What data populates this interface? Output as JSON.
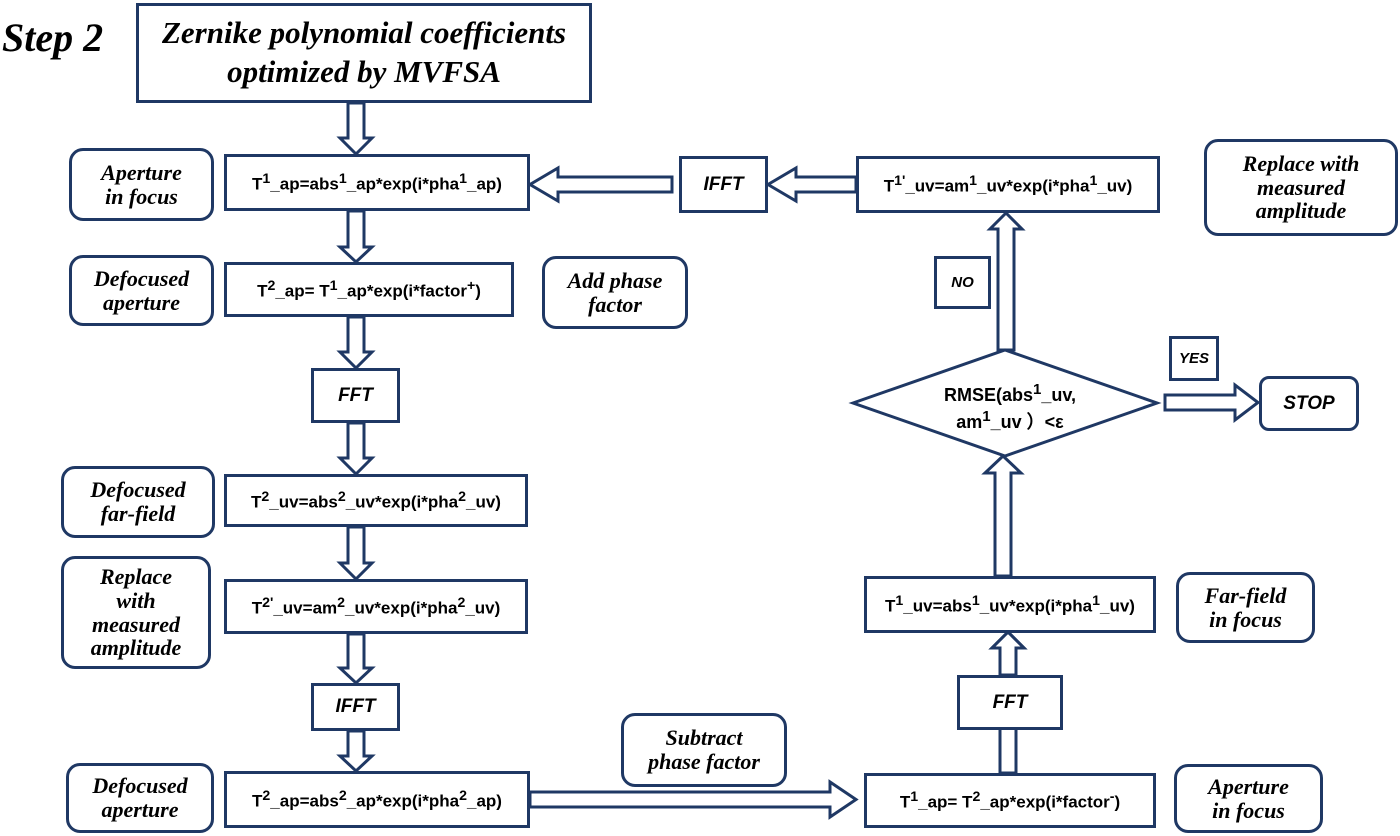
{
  "step_label": "Step 2",
  "header": {
    "line1": "Zernike polynomial coefficients",
    "line2": "optimized by MVFSA"
  },
  "left_column": {
    "eq1": {
      "base": "T",
      "sup": "1",
      "rest": "_ap=abs",
      "sup2": "1",
      "rest2": "_ap*exp(i*pha",
      "sup3": "1",
      "rest3": "_ap)"
    },
    "eq2": {
      "base": "T",
      "sup": "2",
      "rest": "_ap= T",
      "sup2": "1",
      "rest2": "_ap*exp(i*factor",
      "sup3": "+",
      "rest3": ")"
    },
    "fft": "FFT",
    "eq3": {
      "base": "T",
      "sup": "2",
      "rest": "_uv=abs",
      "sup2": "2",
      "rest2": "_uv*exp(i*pha",
      "sup3": "2",
      "rest3": "_uv)"
    },
    "eq4": {
      "base": "T",
      "sup": "2'",
      "rest": "_uv=am",
      "sup2": "2",
      "rest2": "_uv*exp(i*pha",
      "sup3": "2",
      "rest3": "_uv)"
    },
    "ifft": "IFFT",
    "eq5": {
      "base": "T",
      "sup": "2",
      "rest": "_ap=abs",
      "sup2": "2",
      "rest2": "_ap*exp(i*pha",
      "sup3": "2",
      "rest3": "_ap)"
    }
  },
  "left_labels": {
    "aperture_in_focus": [
      "Aperture",
      "in focus"
    ],
    "defocused_aperture_top": [
      "Defocused",
      "aperture"
    ],
    "defocused_far_field": [
      "Defocused",
      "far-field"
    ],
    "replace_measured_left": [
      "Replace",
      "with",
      "measured",
      "amplitude"
    ],
    "defocused_aperture_bottom": [
      "Defocused",
      "aperture"
    ]
  },
  "middle_labels": {
    "add_phase_factor": [
      "Add phase",
      "factor"
    ],
    "subtract_phase_factor": [
      "Subtract",
      "phase factor"
    ]
  },
  "right_column": {
    "eq_top": {
      "base": "T",
      "sup": "1'",
      "rest": "_uv=am",
      "sup2": "1",
      "rest2": "_uv*exp(i*pha",
      "sup3": "1",
      "rest3": "_uv)"
    },
    "ifft": "IFFT",
    "no": "NO",
    "yes": "YES",
    "stop": "STOP",
    "decision": {
      "line1_a": "RMSE(abs",
      "line1_sup": "1",
      "line1_b": "_uv,",
      "line2_a": "am",
      "line2_sup": "1",
      "line2_b": "_uv ）<ε"
    },
    "eq_mid": {
      "base": "T",
      "sup": "1",
      "rest": "_uv=abs",
      "sup2": "1",
      "rest2": "_uv*exp(i*pha",
      "sup3": "1",
      "rest3": "_uv)"
    },
    "fft": "FFT",
    "eq_bottom": {
      "base": "T",
      "sup": "1",
      "rest": "_ap= T",
      "sup2": "2",
      "rest2": "_ap*exp(i*factor",
      "sup3": "-",
      "rest3": ")"
    }
  },
  "right_labels": {
    "replace_measured_right": [
      "Replace with",
      "measured",
      "amplitude"
    ],
    "far_field_in_focus": [
      "Far-field",
      "in focus"
    ],
    "aperture_in_focus_bottom": [
      "Aperture",
      "in focus"
    ]
  },
  "colors": {
    "stroke": "#1f3864",
    "background": "#ffffff",
    "text": "#000000"
  }
}
